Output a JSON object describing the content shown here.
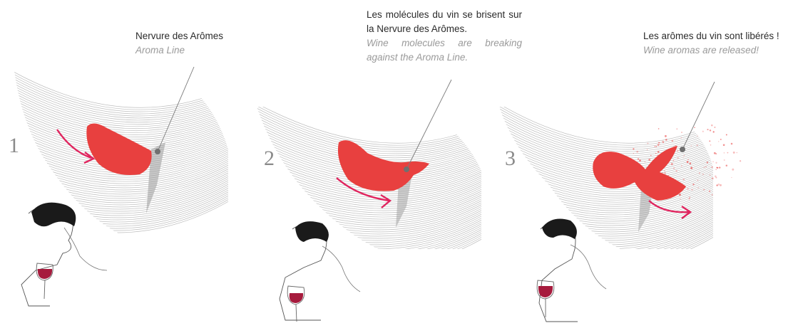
{
  "steps": [
    {
      "number": "1",
      "caption_fr": "Nervure des Arômes",
      "caption_en": "Aroma Line"
    },
    {
      "number": "2",
      "caption_fr": "Les molécules du vin se brisent sur la Nervure des Arômes.",
      "caption_en": "Wine molecules are breaking against the Aroma Line."
    },
    {
      "number": "3",
      "caption_fr": "Les arômes du vin sont libérés !",
      "caption_en": "Wine aromas are released!"
    }
  ],
  "colors": {
    "wine": "#e8403f",
    "arrow": "#e0245e",
    "glass_lines": "#bdbdbd",
    "leader": "#7a7a7a",
    "marker": "#707070"
  },
  "illustration": {
    "panel_1": [
      "glass-curve",
      "wine-wave",
      "aroma-line-ridge",
      "flow-arrow",
      "man-sniffing-wine-glass"
    ],
    "panel_2": [
      "glass-curve",
      "wine-wave-breaking",
      "aroma-line-ridge",
      "flow-arrow",
      "man-drinking-wine"
    ],
    "panel_3": [
      "glass-curve",
      "wine-wave-split",
      "aroma-particles",
      "flow-arrow",
      "man-drinking-wine"
    ]
  }
}
